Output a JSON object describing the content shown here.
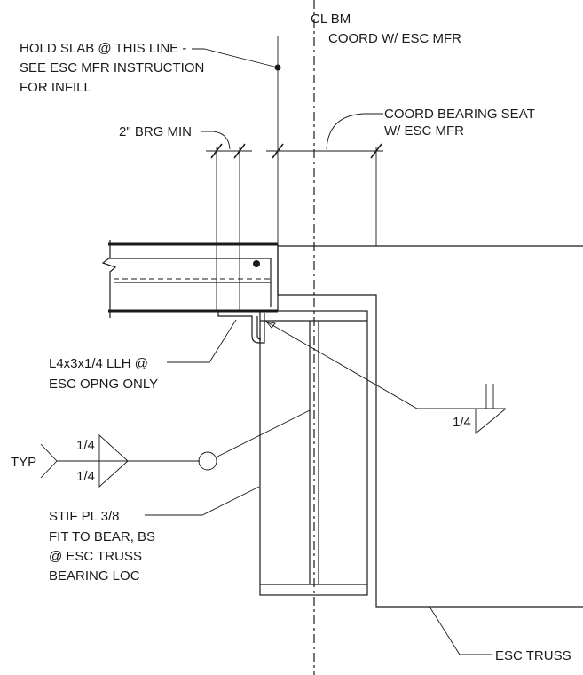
{
  "notes": {
    "cl_bm": "CL BM",
    "coord_esc": "COORD W/ ESC MFR",
    "hold_slab_1": "HOLD SLAB @ THIS LINE -",
    "hold_slab_2": "SEE ESC MFR INSTRUCTION",
    "hold_slab_3": "FOR INFILL",
    "coord_bearing_1": "COORD BEARING SEAT",
    "coord_bearing_2": "W/ ESC MFR",
    "brg_min": "2\" BRG MIN",
    "angle_1": "L4x3x1/4 LLH @",
    "angle_2": "ESC OPNG ONLY",
    "weld_right": "1/4",
    "weld_top": "1/4",
    "weld_bottom": "1/4",
    "typ": "TYP",
    "stif_1": "STIF PL 3/8",
    "stif_2": "FIT TO BEAR, BS",
    "stif_3": "@ ESC TRUSS",
    "stif_4": "BEARING LOC",
    "esc_truss": "ESC TRUSS"
  }
}
